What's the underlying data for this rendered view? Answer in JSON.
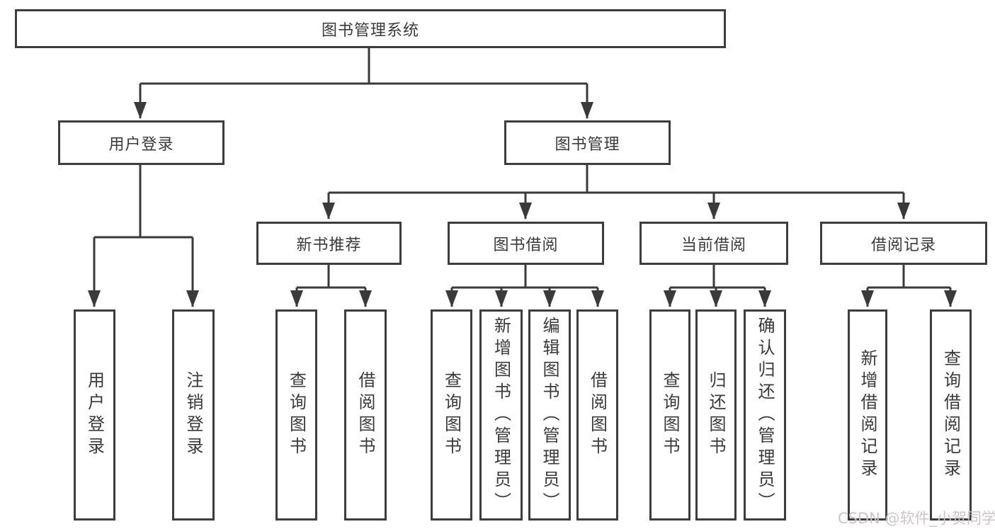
{
  "root": {
    "label": "图书管理系统"
  },
  "branches": {
    "user_login": {
      "label": "用户登录",
      "children": [
        {
          "label": "用户登录"
        },
        {
          "label": "注销登录"
        }
      ]
    },
    "book_mgmt": {
      "label": "图书管理",
      "groups": [
        {
          "label": "新书推荐",
          "children": [
            {
              "label": "查询图书"
            },
            {
              "label": "借阅图书"
            }
          ]
        },
        {
          "label": "图书借阅",
          "children": [
            {
              "label": "查询图书"
            },
            {
              "label": "新增图书（管理员）"
            },
            {
              "label": "编辑图书（管理员）"
            },
            {
              "label": "借阅图书"
            }
          ]
        },
        {
          "label": "当前借阅",
          "children": [
            {
              "label": "查询图书"
            },
            {
              "label": "归还图书"
            },
            {
              "label": "确认归还（管理员）"
            }
          ]
        },
        {
          "label": "借阅记录",
          "children": [
            {
              "label": "新增借阅记录"
            },
            {
              "label": "查询借阅记录"
            }
          ]
        }
      ]
    }
  },
  "watermark": "CSDN @软件_小贺同学",
  "colors": {
    "line": "#3a3a3a",
    "box_border": "#3d3d3d",
    "text": "#3a3a3a",
    "watermark": "#cdc5c5",
    "background": "#ffffff"
  }
}
